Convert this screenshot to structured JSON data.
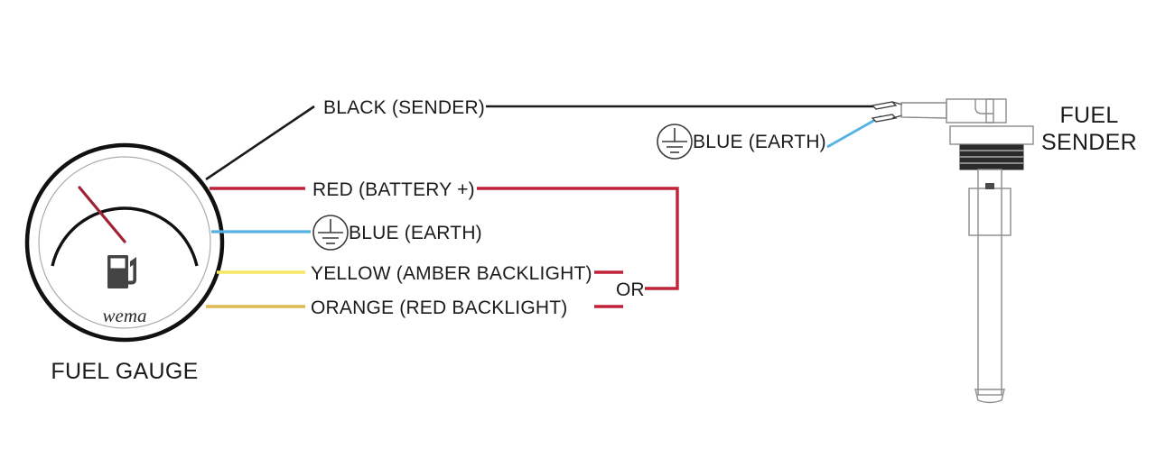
{
  "diagram": {
    "title_hidden": "",
    "components": {
      "gauge": {
        "label": "FUEL GAUGE",
        "brand": "wema",
        "icon": "fuel-pump-icon",
        "needle_color": "#9e2335",
        "bezel_color": "#111111"
      },
      "sender": {
        "label_line1": "FUEL",
        "label_line2": "SENDER"
      }
    },
    "wires": [
      {
        "name": "black-sender",
        "label": "BLACK (SENDER)",
        "color": "#1a1a1a"
      },
      {
        "name": "red-battery",
        "label": "RED (BATTERY +)",
        "color": "#c0223a"
      },
      {
        "name": "blue-earth-gauge",
        "label": "BLUE (EARTH)",
        "color": "#54b3e4",
        "symbol": "earth-symbol"
      },
      {
        "name": "yellow-amber-backlight",
        "label": "YELLOW (AMBER BACKLIGHT)",
        "color": "#f5e75f"
      },
      {
        "name": "orange-red-backlight",
        "label": "ORANGE (RED BACKLIGHT)",
        "color": "#ddb954"
      },
      {
        "name": "blue-earth-sender",
        "label": "BLUE (EARTH)",
        "color": "#54b3e4",
        "symbol": "earth-symbol"
      }
    ],
    "junction": {
      "or_label": "OR",
      "or_color": "#c0223a"
    }
  }
}
